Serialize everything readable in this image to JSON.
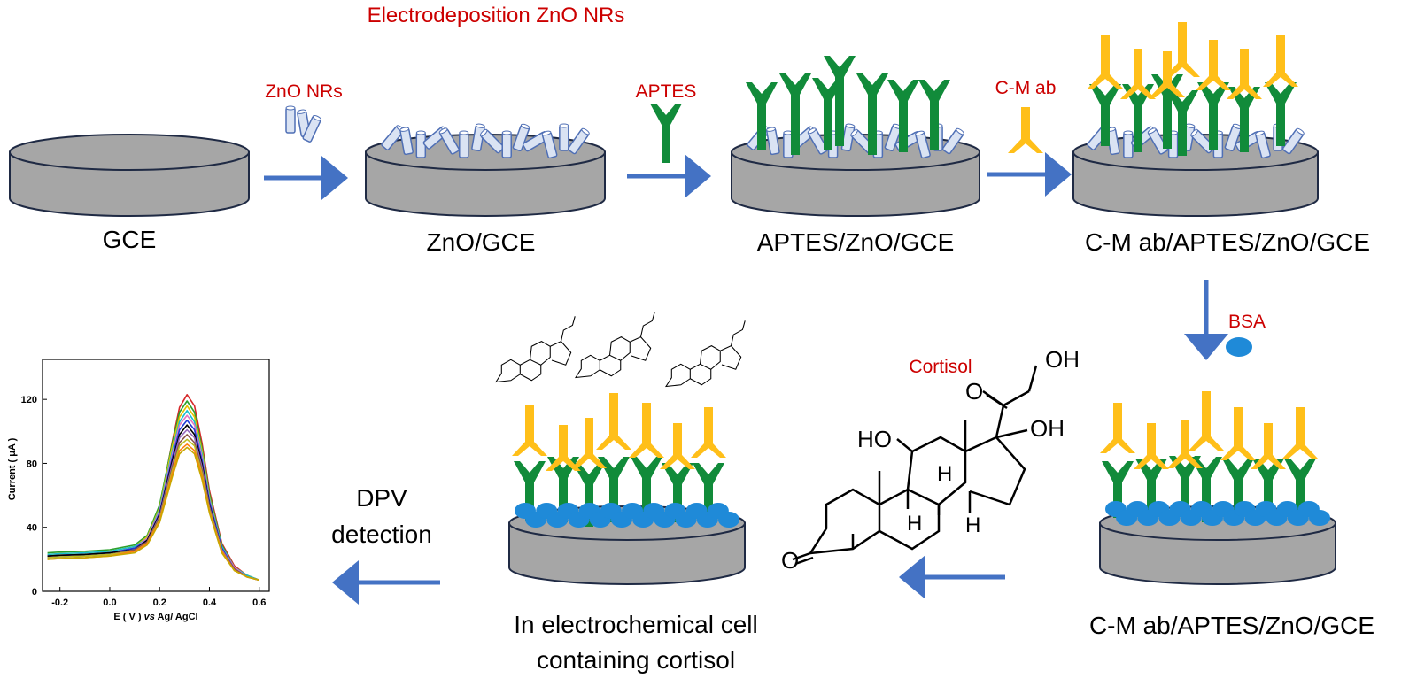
{
  "colors": {
    "electrode_fill": "#a6a6a6",
    "electrode_stroke": "#1f2a44",
    "arrow": "#4472c4",
    "nanorod_fill": "#dae3f3",
    "nanorod_stroke": "#4f6fb5",
    "aptes": "#118b3a",
    "antibody": "#ffbf19",
    "bsa": "#1f8ad8",
    "red_text": "#cc0000",
    "black_text": "#000000"
  },
  "header": {
    "title": "Electrodeposition ZnO NRs"
  },
  "steps": {
    "gce": {
      "label": "GCE"
    },
    "zno": {
      "label": "ZnO/GCE",
      "reagent": "ZnO NRs"
    },
    "aptes": {
      "label": "APTES/ZnO/GCE",
      "reagent": "APTES"
    },
    "cmab": {
      "label": "C-M ab/APTES/ZnO/GCE",
      "reagent": "C-M ab"
    },
    "bsa": {
      "label": "C-M ab/APTES/ZnO/GCE",
      "reagent": "BSA"
    },
    "cell": {
      "label_line1": "In electrochemical cell",
      "label_line2": "containing cortisol"
    },
    "dpv": {
      "label_line1": "DPV",
      "label_line2": "detection"
    }
  },
  "cortisol": {
    "name": "Cortisol",
    "labels": {
      "oh_top": "OH",
      "o_ketone": "O",
      "oh_right": "OH",
      "ho_left": "HO",
      "h1": "H",
      "h2": "H",
      "h3": "H",
      "o_ring": "O"
    }
  },
  "chart_data": {
    "type": "line",
    "xlabel_pre": "E ( V ) ",
    "xlabel_italic": "vs",
    "xlabel_post": " Ag/ AgCl",
    "ylabel": "Current ( μA )",
    "xlim": [
      -0.27,
      0.64
    ],
    "ylim": [
      0,
      145
    ],
    "xticks": [
      -0.2,
      0.0,
      0.2,
      0.4,
      0.6
    ],
    "xtick_labels": [
      "-0.2",
      "0.0",
      "0.2",
      "0.4",
      "0.6"
    ],
    "yticks": [
      0,
      40,
      80,
      120
    ],
    "ytick_labels": [
      "0",
      "40",
      "80",
      "120"
    ],
    "x": [
      -0.25,
      -0.2,
      -0.1,
      0.0,
      0.1,
      0.15,
      0.2,
      0.25,
      0.28,
      0.31,
      0.34,
      0.37,
      0.4,
      0.45,
      0.5,
      0.55,
      0.6
    ],
    "series": [
      {
        "color": "#d62728",
        "values": [
          22,
          22.5,
          23,
          24,
          27,
          33,
          52,
          93,
          115,
          123,
          116,
          93,
          63,
          30,
          16,
          10,
          7
        ]
      },
      {
        "color": "#2ca02c",
        "values": [
          24,
          24.5,
          25,
          26,
          29,
          35,
          54,
          92,
          112,
          119,
          112,
          90,
          61,
          29,
          15,
          10,
          7
        ]
      },
      {
        "color": "#e6c300",
        "values": [
          23,
          23.5,
          24,
          25,
          28,
          34,
          52,
          90,
          109,
          116,
          109,
          88,
          59,
          28,
          15,
          10,
          7
        ]
      },
      {
        "color": "#17becf",
        "values": [
          23,
          23.5,
          24,
          25,
          28,
          33,
          51,
          87,
          106,
          113,
          106,
          86,
          58,
          28,
          15,
          10,
          7
        ]
      },
      {
        "color": "#e377c2",
        "values": [
          22,
          22.5,
          23,
          24,
          27,
          33,
          50,
          85,
          104,
          110,
          104,
          84,
          57,
          27,
          15,
          9,
          7
        ]
      },
      {
        "color": "#1f3bd6",
        "values": [
          22,
          22.5,
          23,
          24,
          27,
          32,
          49,
          83,
          101,
          107,
          101,
          82,
          56,
          27,
          14,
          9,
          7
        ]
      },
      {
        "color": "#000000",
        "values": [
          22,
          22.5,
          23,
          24,
          26,
          32,
          48,
          81,
          98,
          104,
          98,
          80,
          54,
          26,
          14,
          9,
          7
        ]
      },
      {
        "color": "#9467bd",
        "values": [
          21,
          21.5,
          22,
          23,
          26,
          31,
          47,
          79,
          96,
          101,
          96,
          78,
          53,
          26,
          14,
          9,
          7
        ]
      },
      {
        "color": "#8c564b",
        "values": [
          21,
          21.5,
          22,
          23,
          26,
          31,
          46,
          77,
          93,
          98,
          93,
          76,
          52,
          25,
          14,
          9,
          7
        ]
      },
      {
        "color": "#bcbd22",
        "values": [
          21,
          21.5,
          22,
          23,
          25,
          30,
          45,
          75,
          91,
          95,
          91,
          74,
          51,
          25,
          13,
          9,
          7
        ]
      },
      {
        "color": "#ff7f0e",
        "values": [
          20,
          20.5,
          21,
          22,
          25,
          30,
          44,
          73,
          88,
          92,
          88,
          72,
          50,
          25,
          13,
          9,
          7
        ]
      },
      {
        "color": "#c8a800",
        "values": [
          20,
          20.5,
          21,
          22,
          24,
          29,
          43,
          71,
          86,
          90,
          86,
          70,
          49,
          24,
          13,
          9,
          7
        ]
      }
    ]
  }
}
